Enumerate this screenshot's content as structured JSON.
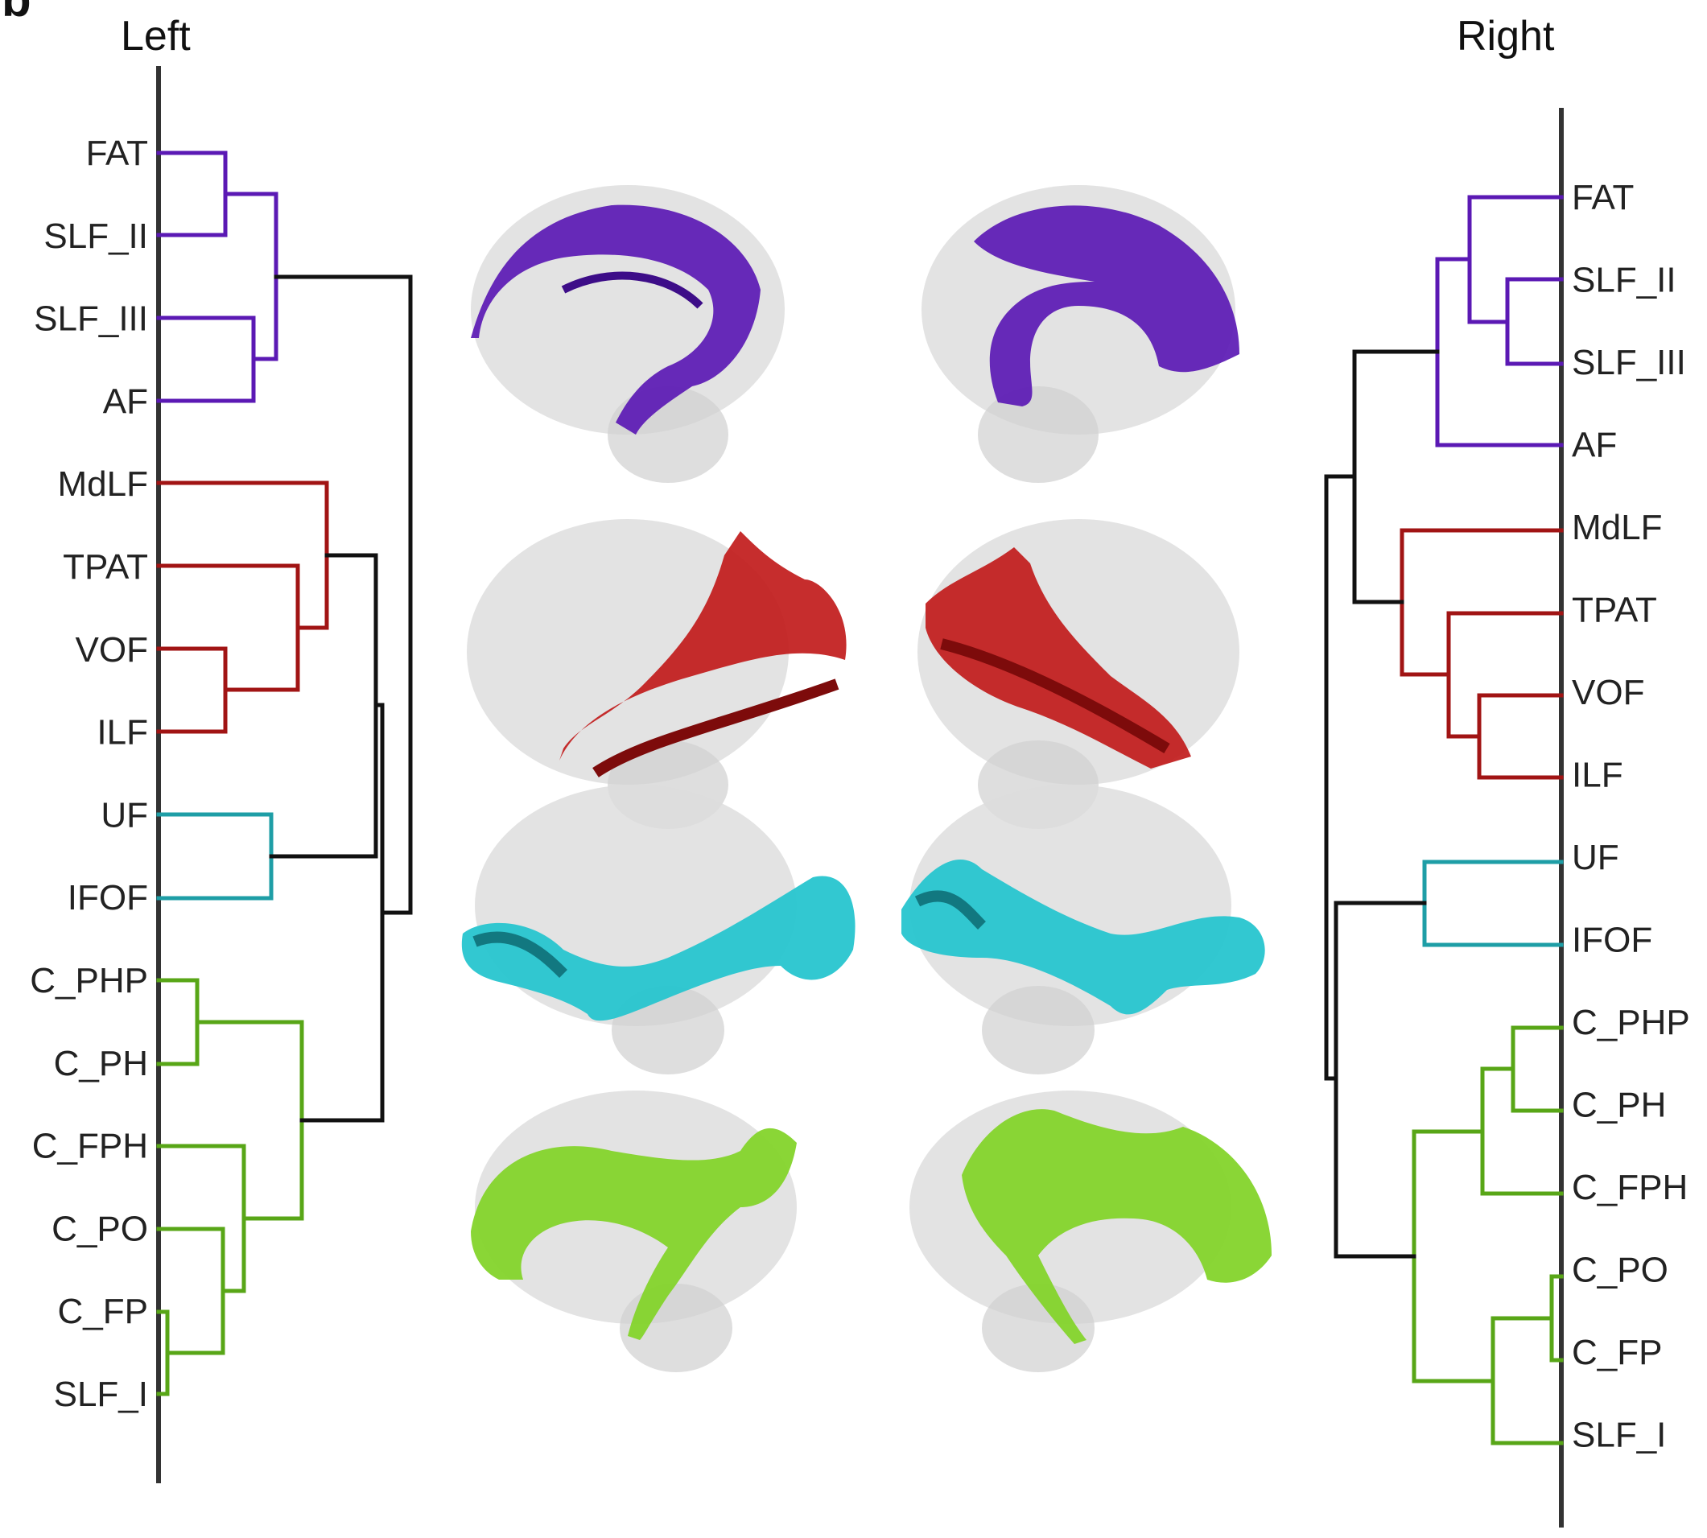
{
  "panel_label": "b",
  "left": {
    "title": "Left",
    "leaves": [
      {
        "label": "FAT",
        "group": "purple"
      },
      {
        "label": "SLF_II",
        "group": "purple"
      },
      {
        "label": "SLF_III",
        "group": "purple"
      },
      {
        "label": "AF",
        "group": "purple"
      },
      {
        "label": "MdLF",
        "group": "red"
      },
      {
        "label": "TPAT",
        "group": "red"
      },
      {
        "label": "VOF",
        "group": "red"
      },
      {
        "label": "ILF",
        "group": "red"
      },
      {
        "label": "UF",
        "group": "cyan"
      },
      {
        "label": "IFOF",
        "group": "cyan"
      },
      {
        "label": "C_PHP",
        "group": "green"
      },
      {
        "label": "C_PH",
        "group": "green"
      },
      {
        "label": "C_FPH",
        "group": "green"
      },
      {
        "label": "C_PO",
        "group": "green"
      },
      {
        "label": "C_FP",
        "group": "green"
      },
      {
        "label": "SLF_I",
        "group": "green"
      }
    ]
  },
  "right": {
    "title": "Right",
    "leaves": [
      {
        "label": "FAT",
        "group": "purple"
      },
      {
        "label": "SLF_II",
        "group": "purple"
      },
      {
        "label": "SLF_III",
        "group": "purple"
      },
      {
        "label": "AF",
        "group": "purple"
      },
      {
        "label": "MdLF",
        "group": "red"
      },
      {
        "label": "TPAT",
        "group": "red"
      },
      {
        "label": "VOF",
        "group": "red"
      },
      {
        "label": "ILF",
        "group": "red"
      },
      {
        "label": "UF",
        "group": "cyan"
      },
      {
        "label": "IFOF",
        "group": "cyan"
      },
      {
        "label": "C_PHP",
        "group": "green"
      },
      {
        "label": "C_PH",
        "group": "green"
      },
      {
        "label": "C_FPH",
        "group": "green"
      },
      {
        "label": "C_PO",
        "group": "green"
      },
      {
        "label": "C_FP",
        "group": "green"
      },
      {
        "label": "SLF_I",
        "group": "green"
      }
    ]
  },
  "colors": {
    "purple": "#5b19b4",
    "red": "#a11414",
    "cyan": "#1e9ea6",
    "green": "#58a617",
    "black": "#111111",
    "brain": "#d9d9d9"
  }
}
